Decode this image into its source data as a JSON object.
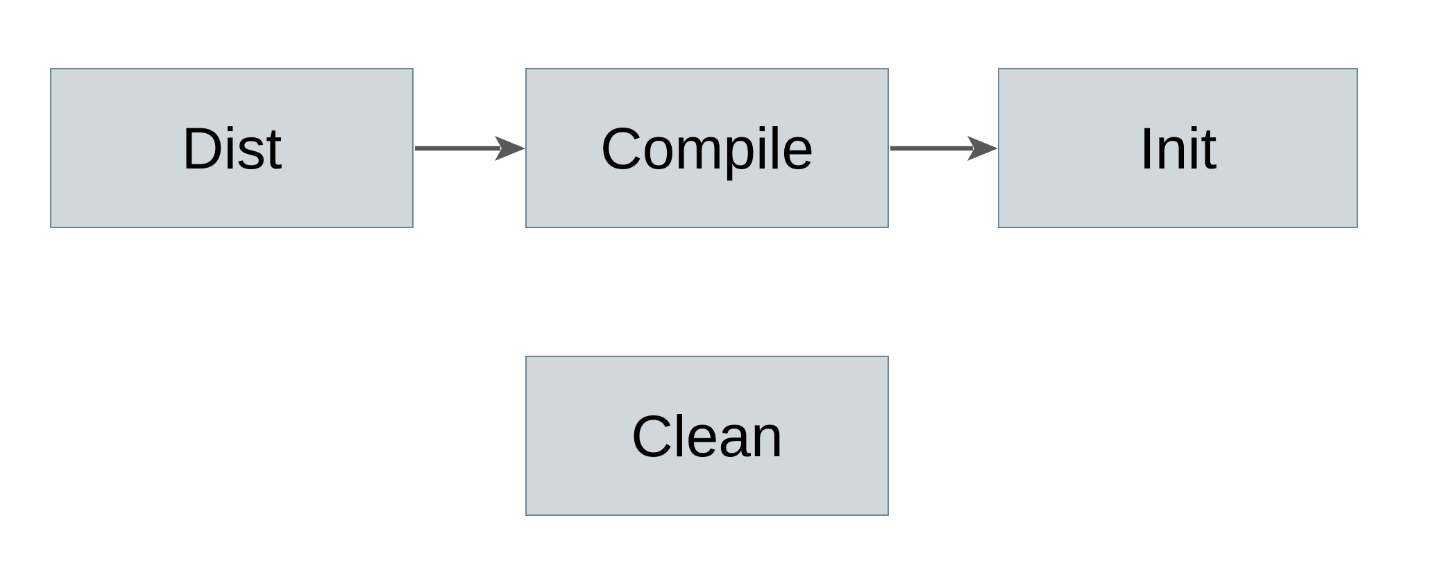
{
  "diagram": {
    "nodes": [
      {
        "id": "dist",
        "label": "Dist"
      },
      {
        "id": "compile",
        "label": "Compile"
      },
      {
        "id": "init",
        "label": "Init"
      },
      {
        "id": "clean",
        "label": "Clean"
      }
    ],
    "edges": [
      {
        "from": "Dist",
        "to": "Compile",
        "style": "arrow-right"
      },
      {
        "from": "Compile",
        "to": "Init",
        "style": "arrow-right"
      }
    ],
    "colors": {
      "background": "#ffffff",
      "node_fill": "#d1d8db",
      "node_border": "#6e8492",
      "arrow": "#595959",
      "text": "#000000"
    }
  }
}
